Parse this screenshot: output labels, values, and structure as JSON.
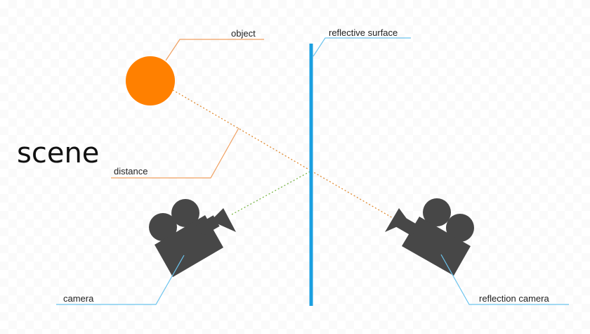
{
  "diagram": {
    "title": "scene",
    "labels": {
      "object": "object",
      "reflective_surface": "reflective surface",
      "distance": "distance",
      "camera": "camera",
      "reflection_camera": "reflection camera"
    },
    "colors": {
      "object_fill": "#ff8000",
      "surface": "#1a9fe0",
      "camera_fill": "#474747",
      "orange_line": "#f0a060",
      "orange_ray": "#e08a30",
      "blue_line": "#6cc4ee",
      "green_ray": "#7ab648"
    },
    "icons": [
      "circle-object",
      "movie-camera-icon",
      "movie-camera-icon"
    ]
  }
}
